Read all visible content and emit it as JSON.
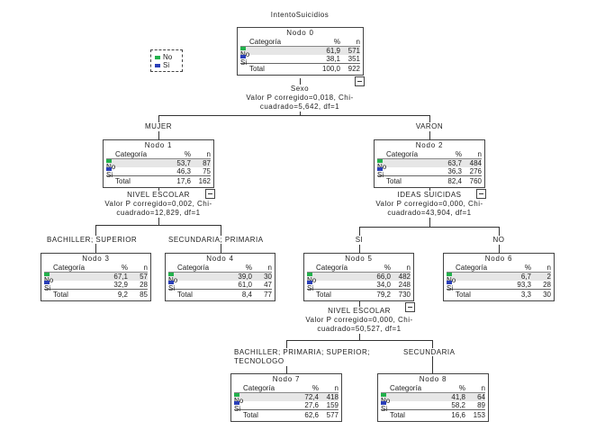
{
  "title": "IntentoSuicidios",
  "legend": [
    {
      "label": "No",
      "color": "#22b14c"
    },
    {
      "label": "Si",
      "color": "#2a3fb8"
    }
  ],
  "columns": {
    "category": "Categoría",
    "percent": "%",
    "n": "n"
  },
  "total_label": "Total",
  "nodes": [
    {
      "name": "Nodo 0",
      "no": [
        "61,9",
        "571"
      ],
      "si": [
        "38,1",
        "351"
      ],
      "total": [
        "100,0",
        "922"
      ],
      "collapse": true
    },
    {
      "name": "Nodo 1",
      "no": [
        "53,7",
        "87"
      ],
      "si": [
        "46,3",
        "75"
      ],
      "total": [
        "17,6",
        "162"
      ],
      "collapse": true
    },
    {
      "name": "Nodo 2",
      "no": [
        "63,7",
        "484"
      ],
      "si": [
        "36,3",
        "276"
      ],
      "total": [
        "82,4",
        "760"
      ],
      "collapse": true
    },
    {
      "name": "Nodo 3",
      "no": [
        "67,1",
        "57"
      ],
      "si": [
        "32,9",
        "28"
      ],
      "total": [
        "9,2",
        "85"
      ],
      "collapse": false
    },
    {
      "name": "Nodo 4",
      "no": [
        "39,0",
        "30"
      ],
      "si": [
        "61,0",
        "47"
      ],
      "total": [
        "8,4",
        "77"
      ],
      "collapse": false
    },
    {
      "name": "Nodo 5",
      "no": [
        "66,0",
        "482"
      ],
      "si": [
        "34,0",
        "248"
      ],
      "total": [
        "79,2",
        "730"
      ],
      "collapse": true
    },
    {
      "name": "Nodo 6",
      "no": [
        "6,7",
        "2"
      ],
      "si": [
        "93,3",
        "28"
      ],
      "total": [
        "3,3",
        "30"
      ],
      "collapse": false
    },
    {
      "name": "Nodo 7",
      "no": [
        "72,4",
        "418"
      ],
      "si": [
        "27,6",
        "159"
      ],
      "total": [
        "62,6",
        "577"
      ],
      "collapse": false
    },
    {
      "name": "Nodo 8",
      "no": [
        "41,8",
        "64"
      ],
      "si": [
        "58,2",
        "89"
      ],
      "total": [
        "16,6",
        "153"
      ],
      "collapse": false
    }
  ],
  "splits": [
    {
      "variable": "Sexo",
      "line1": "Valor P corregido=0,018, Chi-",
      "line2": "cuadrado=5,642, df=1"
    },
    {
      "variable": "NIVEL ESCOLAR",
      "line1": "Valor P corregido=0,002, Chi-",
      "line2": "cuadrado=12,829, df=1"
    },
    {
      "variable": "IDEAS SUICIDAS",
      "line1": "Valor P corregido=0,000, Chi-",
      "line2": "cuadrado=43,904, df=1"
    },
    {
      "variable": "NIVEL ESCOLAR",
      "line1": "Valor P corregido=0,000, Chi-",
      "line2": "cuadrado=50,527, df=1"
    }
  ],
  "branches": [
    "MUJER",
    "VARON",
    "BACHILLER; SUPERIOR",
    "SECUNDARIA; PRIMARIA",
    "SI",
    "NO",
    "BACHILLER; PRIMARIA; SUPERIOR;",
    "TECNOLOGO",
    "SECUNDARIA"
  ]
}
